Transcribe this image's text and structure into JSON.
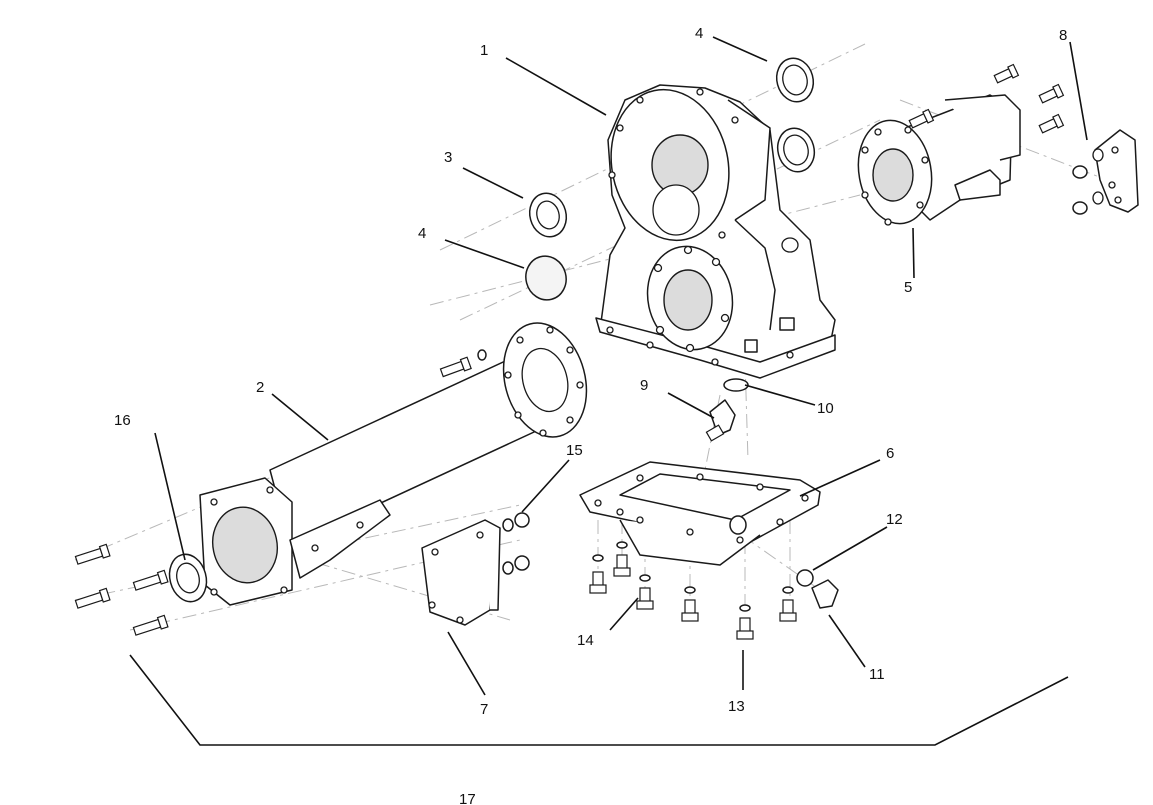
{
  "diagram": {
    "callouts": [
      "1",
      "2",
      "3",
      "4",
      "4",
      "5",
      "6",
      "7",
      "8",
      "9",
      "10",
      "11",
      "12",
      "13",
      "14",
      "15",
      "16",
      "17"
    ]
  }
}
